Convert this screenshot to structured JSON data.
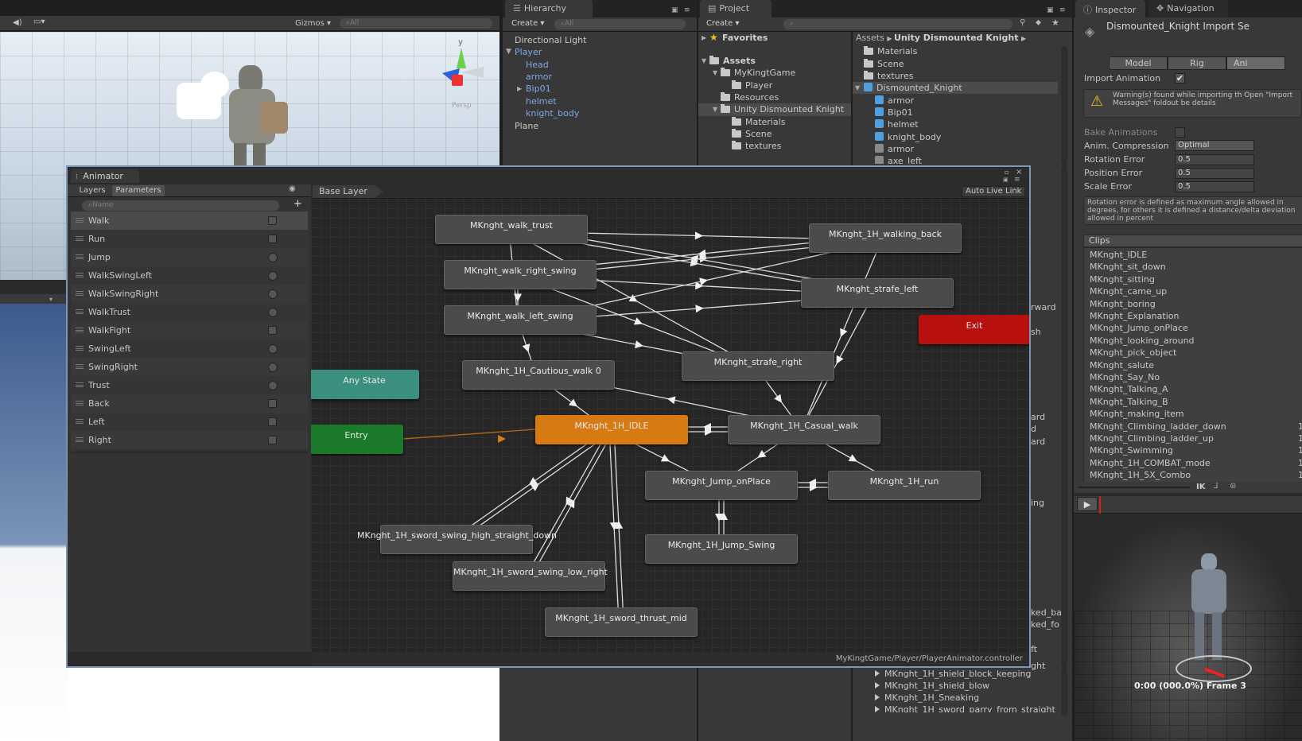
{
  "scene": {
    "gizmos_label": "Gizmos",
    "search_placeholder": "All",
    "persp_label": "Persp",
    "gizmo_y": "y"
  },
  "hierarchy": {
    "tab": "Hierarchy",
    "create": "Create",
    "search_placeholder": "All",
    "items": [
      {
        "label": "Directional Light"
      },
      {
        "label": "Player"
      },
      {
        "label": "Head"
      },
      {
        "label": "armor"
      },
      {
        "label": "Bip01"
      },
      {
        "label": "helmet"
      },
      {
        "label": "knight_body"
      },
      {
        "label": "Plane"
      }
    ]
  },
  "project": {
    "tab": "Project",
    "create": "Create",
    "favorites": "Favorites",
    "assets": "Assets",
    "tree": [
      {
        "label": "MyKingtGame"
      },
      {
        "label": "Player"
      },
      {
        "label": "Resources"
      },
      {
        "label": "Unity Dismounted Knight"
      },
      {
        "label": "Materials"
      },
      {
        "label": "Scene"
      },
      {
        "label": "textures"
      }
    ],
    "breadcrumb": [
      "Assets",
      "Unity Dismounted Knight"
    ],
    "files": [
      {
        "label": "Materials"
      },
      {
        "label": "Scene"
      },
      {
        "label": "textures"
      },
      {
        "label": "Dismounted_Knight"
      },
      {
        "label": "armor"
      },
      {
        "label": "Bip01"
      },
      {
        "label": "helmet"
      },
      {
        "label": "knight_body"
      },
      {
        "label": "armor"
      },
      {
        "label": "axe_left"
      }
    ],
    "bottom_clips": [
      {
        "label": "MKnght_1H_shield_block_keeping"
      },
      {
        "label": "MKnght_1H_shield_blow"
      },
      {
        "label": "MKnght_1H_Sneaking"
      },
      {
        "label": "MKnght_1H_sword_parry_from_straight"
      }
    ],
    "peek_labels": [
      "rward",
      "sh",
      "ard",
      "d",
      "ard",
      "ing",
      "ked_ba",
      "ked_fo",
      "ft",
      "ght"
    ]
  },
  "inspector": {
    "tab": "Inspector",
    "nav_tab": "Navigation",
    "title": "Dismounted_Knight Import Se",
    "tabs": [
      "Model",
      "Rig",
      "Ani"
    ],
    "import_animation_label": "Import Animation",
    "warning": "Warning(s) found while importing th Open \"Import Messages\" foldout be details",
    "bake_label": "Bake Animations",
    "compression_label": "Anim. Compression",
    "compression_value": "Optimal",
    "rotation_label": "Rotation Error",
    "rotation_value": "0.5",
    "position_label": "Position Error",
    "position_value": "0.5",
    "scale_label": "Scale Error",
    "scale_value": "0.5",
    "note": "Rotation error is defined as maximum angle allowed in degrees, for others it is defined a distance/delta deviation allowed in percent",
    "clips_header": "Clips",
    "clips": [
      {
        "name": "MKnght_IDLE",
        "num": ""
      },
      {
        "name": "MKnght_sit_down",
        "num": ""
      },
      {
        "name": "MKnght_sitting",
        "num": ""
      },
      {
        "name": "MKnght_came_up",
        "num": ""
      },
      {
        "name": "MKnght_boring",
        "num": ""
      },
      {
        "name": "MKnght_Explanation",
        "num": ""
      },
      {
        "name": "MKnght_Jump_onPlace",
        "num": ""
      },
      {
        "name": "MKnght_looking_around",
        "num": ""
      },
      {
        "name": "MKnght_pick_object",
        "num": ""
      },
      {
        "name": "MKnght_salute",
        "num": ""
      },
      {
        "name": "MKnght_Say_No",
        "num": ""
      },
      {
        "name": "MKnght_Talking_A",
        "num": ""
      },
      {
        "name": "MKnght_Talking_B",
        "num": ""
      },
      {
        "name": "MKnght_making_item",
        "num": ""
      },
      {
        "name": "MKnght_Climbing_ladder_down",
        "num": "1"
      },
      {
        "name": "MKnght_Climbing_ladder_up",
        "num": "1"
      },
      {
        "name": "MKnght_Swimming",
        "num": "1"
      },
      {
        "name": "MKnght_1H_COMBAT_mode",
        "num": "1"
      },
      {
        "name": "MKnght_1H_5X_Combo",
        "num": "1"
      }
    ],
    "ik_label": "IK",
    "preview_time": "0:00 (000.0%) Frame 3"
  },
  "animator": {
    "title": "Animator",
    "tab_layers": "Layers",
    "tab_parameters": "Parameters",
    "search_placeholder": "Name",
    "layer": "Base Layer",
    "auto_live_link": "Auto Live Link",
    "footer_path": "MyKingtGame/Player/PlayerAnimator.controller",
    "parameters": [
      {
        "name": "Walk",
        "type": "trigger"
      },
      {
        "name": "Run",
        "type": "trigger"
      },
      {
        "name": "Jump",
        "type": "bool"
      },
      {
        "name": "WalkSwingLeft",
        "type": "bool"
      },
      {
        "name": "WalkSwingRight",
        "type": "bool"
      },
      {
        "name": "WalkTrust",
        "type": "bool"
      },
      {
        "name": "WalkFight",
        "type": "trigger"
      },
      {
        "name": "SwingLeft",
        "type": "bool"
      },
      {
        "name": "SwingRight",
        "type": "bool"
      },
      {
        "name": "Trust",
        "type": "bool"
      },
      {
        "name": "Back",
        "type": "trigger"
      },
      {
        "name": "Left",
        "type": "trigger"
      },
      {
        "name": "Right",
        "type": "trigger"
      }
    ],
    "states": [
      {
        "id": "walk_trust",
        "label": "MKnght_walk_trust",
        "kind": "state"
      },
      {
        "id": "walk_right_swing",
        "label": "MKnght_walk_right_swing",
        "kind": "state"
      },
      {
        "id": "walk_left_swing",
        "label": "MKnght_walk_left_swing",
        "kind": "state"
      },
      {
        "id": "cautious_walk",
        "label": "MKnght_1H_Cautious_walk 0",
        "kind": "state"
      },
      {
        "id": "walking_back",
        "label": "MKnght_1H_walking_back",
        "kind": "state"
      },
      {
        "id": "strafe_left",
        "label": "MKnght_strafe_left",
        "kind": "state"
      },
      {
        "id": "strafe_right",
        "label": "MKnght_strafe_right",
        "kind": "state"
      },
      {
        "id": "any_state",
        "label": "Any State",
        "kind": "any"
      },
      {
        "id": "entry",
        "label": "Entry",
        "kind": "entry"
      },
      {
        "id": "exit",
        "label": "Exit",
        "kind": "exit"
      },
      {
        "id": "idle",
        "label": "MKnght_1H_IDLE",
        "kind": "default"
      },
      {
        "id": "casual_walk",
        "label": "MKnght_1H_Casual_walk",
        "kind": "state"
      },
      {
        "id": "jump_onplace",
        "label": "MKnght_Jump_onPlace",
        "kind": "state"
      },
      {
        "id": "run",
        "label": "MKnght_1H_run",
        "kind": "state"
      },
      {
        "id": "jump_swing",
        "label": "MKnght_1H_Jump_Swing",
        "kind": "state"
      },
      {
        "id": "sword_high",
        "label": "MKnght_1H_sword_swing_high_straight_down",
        "kind": "state"
      },
      {
        "id": "sword_low",
        "label": "MKnght_1H_sword_swing_low_right",
        "kind": "state"
      },
      {
        "id": "sword_thrust",
        "label": "MKnght_1H_sword_thrust_mid",
        "kind": "state"
      }
    ]
  },
  "colors": {
    "default_state": "#d87a14",
    "any_state": "#3b8f7e",
    "entry": "#1a7a2a",
    "exit": "#b80f0f",
    "selection_border": "#7d94b5"
  }
}
